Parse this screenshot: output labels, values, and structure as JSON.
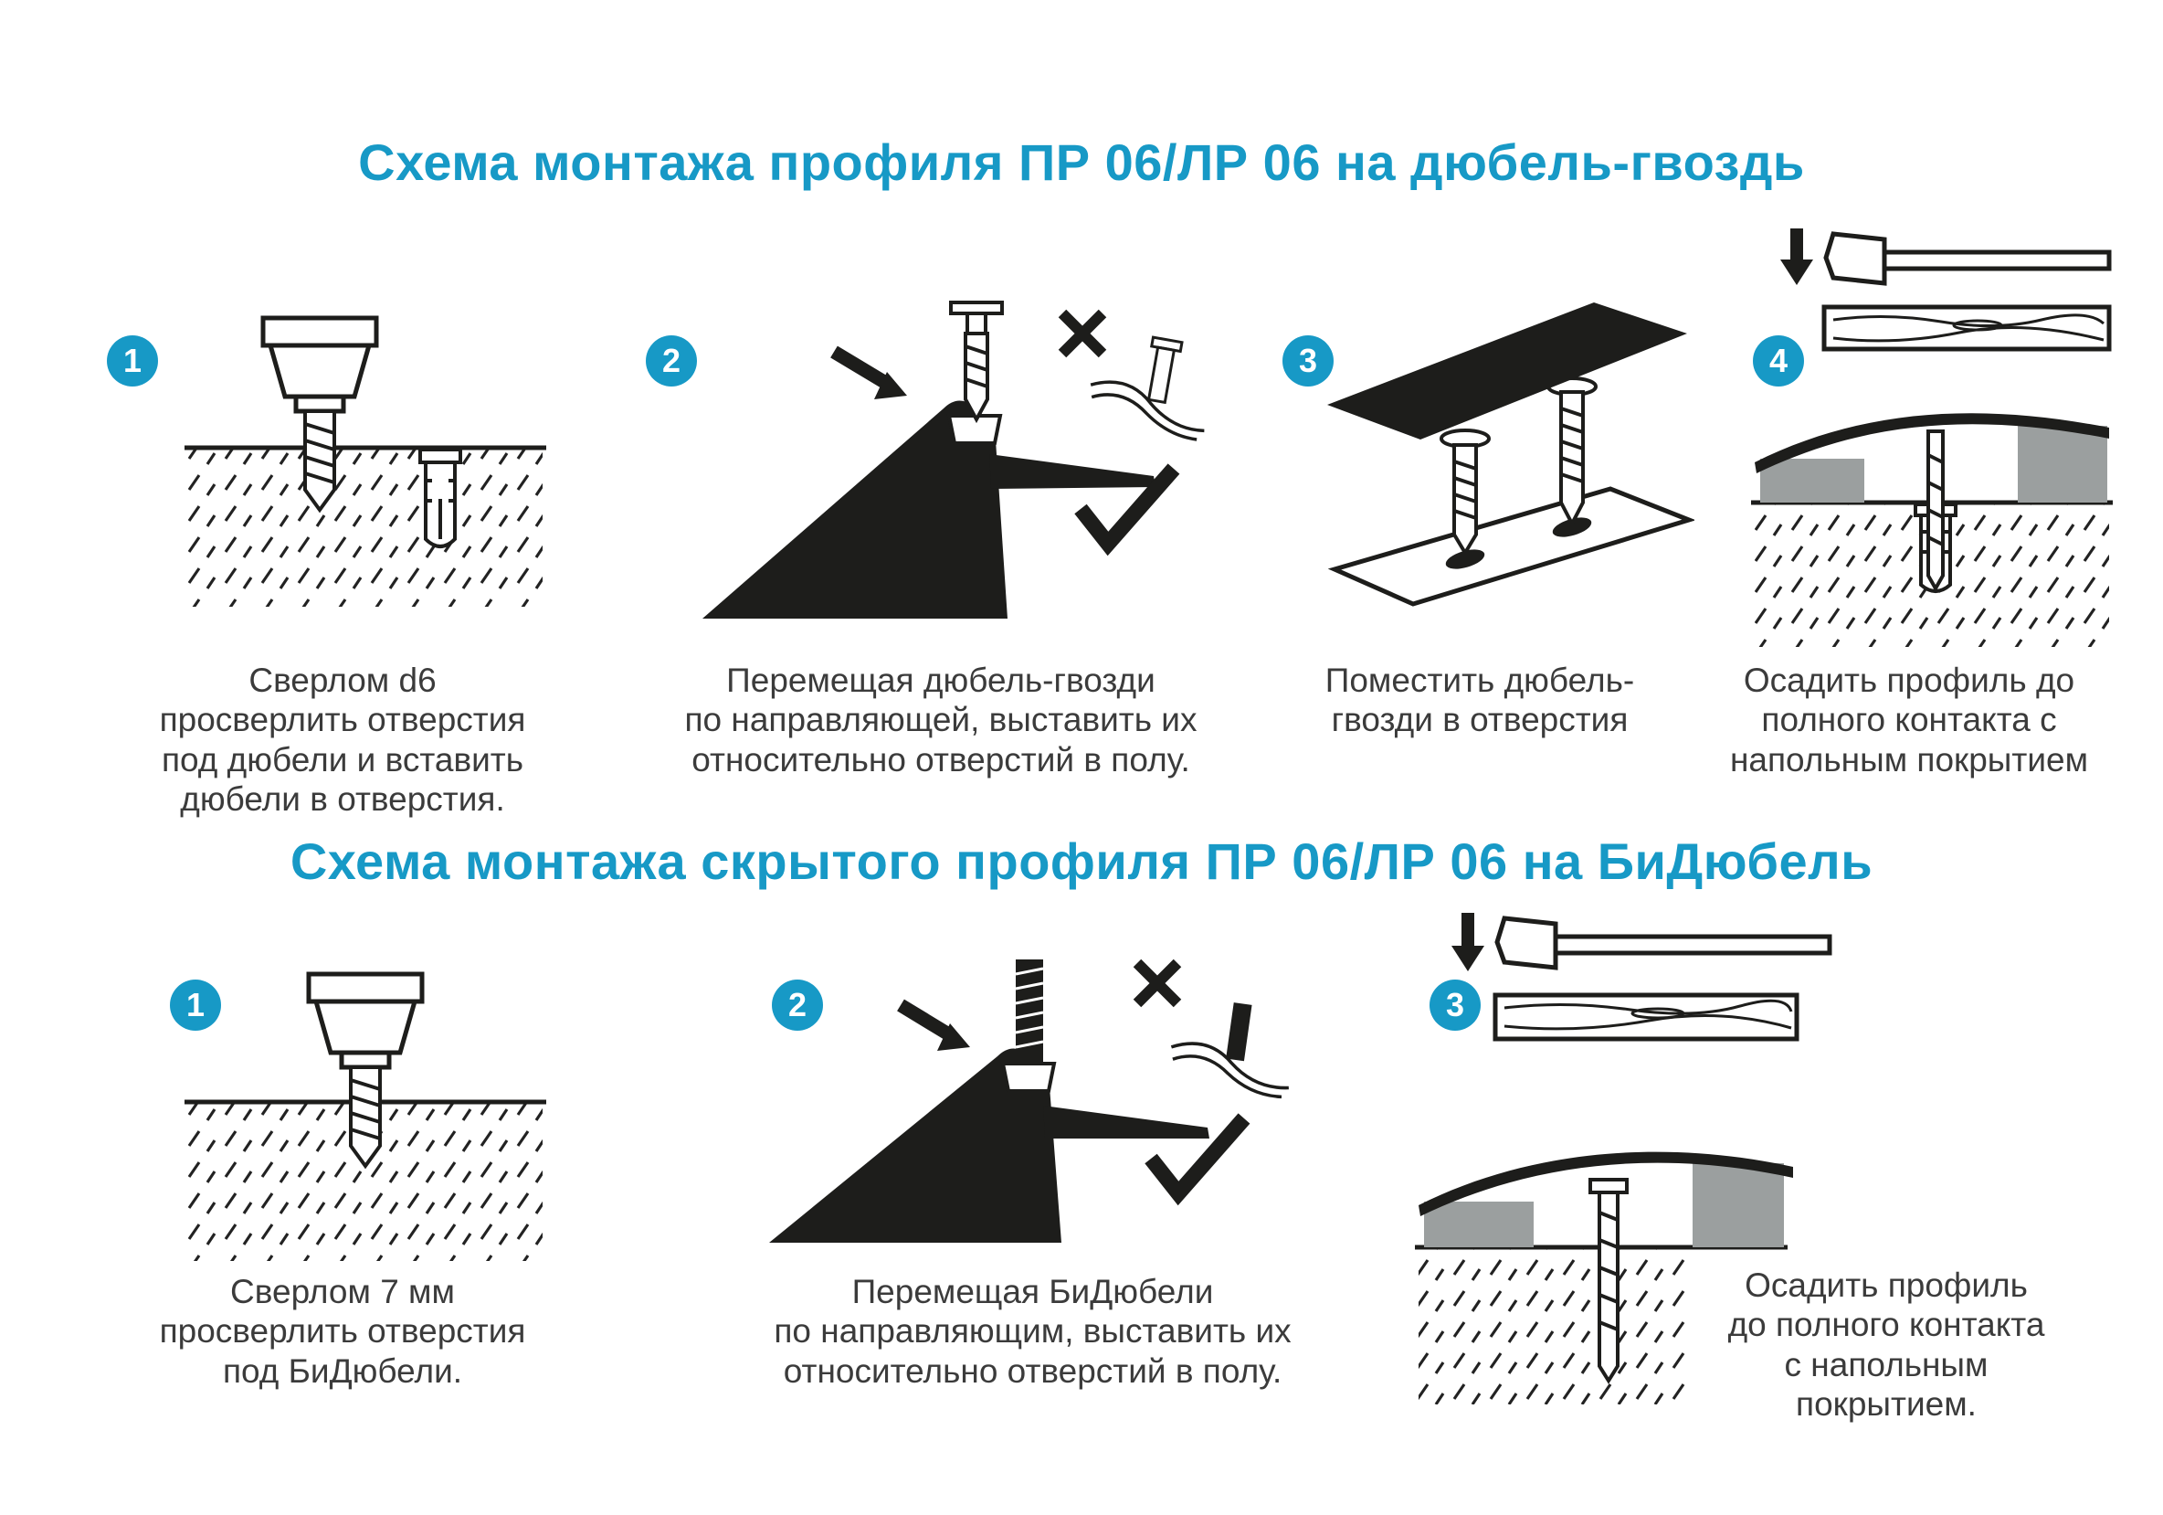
{
  "colors": {
    "accent": "#1799c6",
    "text": "#3b3b3b",
    "ink": "#1d1d1b",
    "floor_block_gray": "#9b9f9f",
    "background": "#ffffff"
  },
  "sections": [
    {
      "title": "Схема монтажа профиля ПР 06/ЛР 06 на дюбель-гвоздь",
      "steps": [
        {
          "number": "1",
          "icon": "drill-with-dowel-icon",
          "caption_lines": [
            "Сверлом d6",
            "просверлить отверстия",
            "под дюбели и вставить",
            "дюбели в отверстия."
          ]
        },
        {
          "number": "2",
          "icon": "dowel-nail-align-on-ramp-icon",
          "caption_lines": [
            "Перемещая дюбель-гвозди",
            "по направляющей, выставить их",
            "относительно отверстий в полу."
          ]
        },
        {
          "number": "3",
          "icon": "dowel-nails-into-holes-icon",
          "caption_lines": [
            "Поместить дюбель-",
            "гвозди в отверстия"
          ]
        },
        {
          "number": "4",
          "icon": "hammer-wood-seat-profile-icon",
          "caption_lines": [
            "Осадить профиль до",
            "полного контакта с",
            "напольным покрытием"
          ]
        }
      ]
    },
    {
      "title": "Схема монтажа скрытого профиля ПР 06/ЛР 06 на БиДюбель",
      "steps": [
        {
          "number": "1",
          "icon": "drill-icon",
          "caption_lines": [
            "Сверлом 7 мм",
            "просверлить отверстия",
            "под БиДюбели."
          ]
        },
        {
          "number": "2",
          "icon": "bidowel-align-on-ramp-icon",
          "caption_lines": [
            "Перемещая БиДюбели",
            "по направляющим, выставить их",
            "относительно отверстий в полу."
          ]
        },
        {
          "number": "3",
          "icon": "hammer-wood-seat-profile-icon",
          "caption_lines": [
            "Осадить профиль",
            "до полного контакта",
            "с напольным",
            "покрытием."
          ]
        }
      ]
    }
  ],
  "icon_glyphs": [
    "drill-icon",
    "dowel-icon",
    "screw-icon",
    "hammer-icon",
    "wood-plank-icon",
    "down-arrow-icon",
    "x-mark-icon",
    "check-mark-icon",
    "profile-icon",
    "hatched-ground"
  ]
}
